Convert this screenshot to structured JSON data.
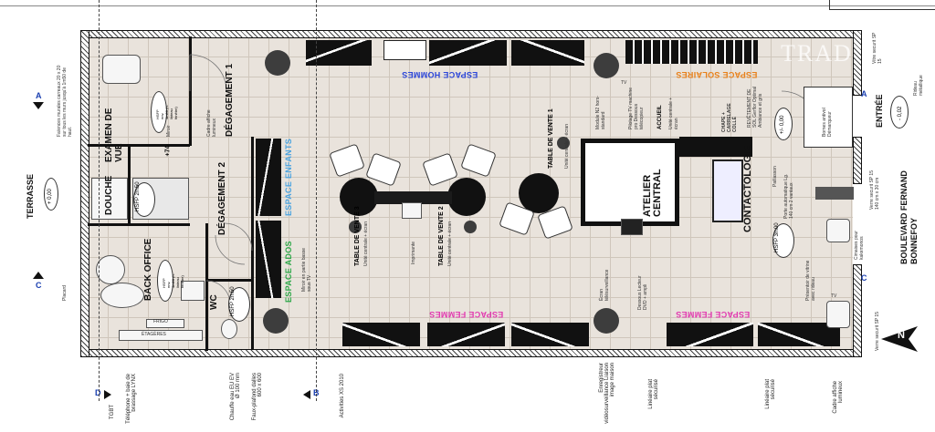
{
  "zones": {
    "hommes": "ESPACE HOMMES",
    "solaires": "ESPACE SOLAIRES",
    "femmes_left": "ESPACE FEMMES",
    "femmes_right": "ESPACE FEMMES",
    "enfants": "ESPACE ENFANTS",
    "ados": "ESPACE ADOS"
  },
  "rooms": {
    "examen": "EXAMEN DE VUE",
    "degagement1": "DÉGAGEMENT 1",
    "degagement2": "DÉGAGEMENT 2",
    "douche": "DOUCHE",
    "back_office": "BACK OFFICE",
    "wc": "WC",
    "atelier": "ATELIER CENTRAL",
    "contactologie": "CONTACTOLOGIE",
    "entree": "ENTRÉE",
    "terrasse": "TERRASSE",
    "boulevard": "BOULEVARD FERNAND BONNEFOY"
  },
  "tables": {
    "t1_title": "TABLE DE VENTE 1",
    "t1_sub": "Unité centrale + écran",
    "t2_title": "TABLE DE VENTE 2",
    "t2_sub": "Unité centrale + écran",
    "t3_title": "TABLE DE VENTE 3",
    "t3_sub": "Unité centrale + écran",
    "imprimante": "Imprimante"
  },
  "levels": {
    "terrasse": "+ 0,00",
    "examen": "+74",
    "entree": "+/- 0,00",
    "right": "- 0,02"
  },
  "hsfp": {
    "douche": "HSFP 2m50",
    "wc": "HSFP 2m50",
    "contacto": "HSFP 3m00"
  },
  "notes": {
    "faience": "Faïences murales carreaux 20 x 20 sur tous les murs jusqu'à 1m50 de haut.",
    "cadre_affiche": "Cadre affiche lumineux",
    "miroir": "Miroir",
    "miroir_ados": "Miroir en partie basse sous TV",
    "ecran_tele": "Écran télésurveillance",
    "module_n2": "Module N2 hors-standard",
    "pilotage_tv": "Pilotage TV machine pro Dessous télécopieur",
    "accueil": "ACCUEIL",
    "accueil_sub": "Unité centrale + écran",
    "chape": "CHAPE + CARRELAGE COLLÉ",
    "revetement": "REVÊTEMENT DE SOL Gerflor Optimal Ambiance et gris",
    "bornes": "Bornes antivol Démarqueur",
    "paillasson": "Paillasson",
    "porte": "Porte automatique Lg. 140 cm 2 vantaux",
    "vitrine": "Présentoir de vitrine avec rideau",
    "verre_securit": "Verre securit SP 15 140 cm x 30 cm",
    "rideau": "Rideau métallique",
    "verre_sp15": "Verre securit SP 15",
    "vitre_top": "Vitre securit SP 15",
    "cimaises": "Cimaises pour kakemonos",
    "dessous_lecteur": "Dessous Lecteur DVD + ampli",
    "frigo": "FRIGO",
    "etageres": "ÉTAGÈRES",
    "placard": "Placard",
    "hsfp_note": "HSFP env. 4m50 (h. linteau fenêtre)"
  },
  "bottom_labels": [
    "TGBT",
    "Téléphone + baie de brassage LYNX",
    "Chauffe eau EU EV Ø 100 mm",
    "Faux-plafond dalles 600 x 600",
    "Activities XS 2010",
    "Enregistreur vidéosurveillance Liaison image maison",
    "Linéaire plat sécurisé",
    "Linéaire plat sécurisé",
    "Cadre affiche lumineux"
  ],
  "markers": {
    "a_left": "A",
    "a_right": "A",
    "b_bottom": "B",
    "c_left": "C",
    "c_right": "C",
    "d_bottom": "D"
  },
  "compass": "N",
  "watermark": "TRAD",
  "tv_label": "TV",
  "colors": {
    "hommes": "#2a45d8",
    "solaires": "#e8801a",
    "femmes": "#e23ab0",
    "enfants": "#4aa3e0",
    "ados": "#2fa84a",
    "marker": "#1a3fb0"
  }
}
